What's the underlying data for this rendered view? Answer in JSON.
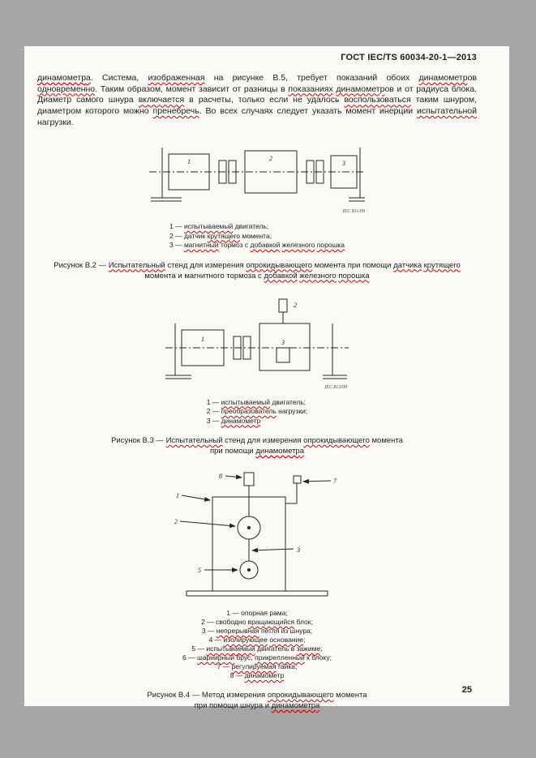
{
  "header": {
    "doc_code": "ГОСТ IEC/TS 60034-20-1—2013"
  },
  "body_paragraph": "динамометра. Система, изображенная на рисунке В.5, требует показаний обоих динамометров одновременно. Таким образом, момент зависит от разницы в показаниях динамометров и от радиуса блока. Диаметр самого шнура включается в расчеты, только если не удалось воспользоваться таким шнуром, диаметром которого можно пренебречь. Во всех случаях следует указать момент инерции испытательной нагрузки.",
  "figures": [
    {
      "name": "B.2",
      "iec_ref": "IEC  811/09",
      "callouts": [
        "1",
        "2",
        "3"
      ],
      "legend": [
        "1 — испытываемый двигатель;",
        "2 — датчик крутящего момента;",
        "3 — магнитный тормоз с добавкой железного порошка"
      ],
      "caption_lines": [
        "Рисунок В.2 — Испытательный стенд для измерения опрокидывающего момента при помощи датчика крутящего",
        "момента и магнитного тормоза с добавкой железного порошка"
      ]
    },
    {
      "name": "B.3",
      "iec_ref": "IEC  812/09",
      "callouts": [
        "1",
        "2",
        "3"
      ],
      "legend": [
        "1 — испытываемый двигатель;",
        "2 — преобразователь нагрузки;",
        "3 — динамометр"
      ],
      "caption_lines": [
        "Рисунок В.3 — Испытательный стенд для измерения опрокидывающего момента",
        "при помощи динамометра"
      ]
    },
    {
      "name": "B.4",
      "callouts": [
        "1",
        "2",
        "3",
        "5",
        "7",
        "8"
      ],
      "legend": [
        "1 — опорная рама;",
        "2 — свободно вращающийся блок;",
        "3 — непрерывная петля из шнура;",
        "4 — изолирующее основание;",
        "5 — испытываемый двигатель в зажиме;",
        "6 — шарнирный брус, прикрепленный к блоку;",
        "7 — регулируемая гайка;",
        "8 — динамометр"
      ],
      "caption_lines": [
        "Рисунок В.4 — Метод измерения опрокидывающего момента",
        "при помощи шнура и динамометра"
      ]
    }
  ],
  "page_number": "25",
  "colors": {
    "surround_bg": "#a6a6a6",
    "page_bg": "#fbfaf6",
    "ink": "#1c1c1c",
    "squiggle": "#d40000"
  },
  "squiggle_words": [
    "изображенная",
    "одновременно",
    "показаниях",
    "включается",
    "воспользоваться",
    "пренебречь",
    "испытательной",
    "испытываемый",
    "крутящего",
    "магнитный",
    "добавкой",
    "железного",
    "порошка",
    "Испытательный",
    "опрокидывающего",
    "датчика",
    "преобразователь",
    "динамометра",
    "динамометр",
    "вращающийся",
    "непрерывная",
    "изолирующее",
    "зажиме",
    "шарнирный",
    "прикрепленный",
    "регулируемая",
    "основание"
  ]
}
